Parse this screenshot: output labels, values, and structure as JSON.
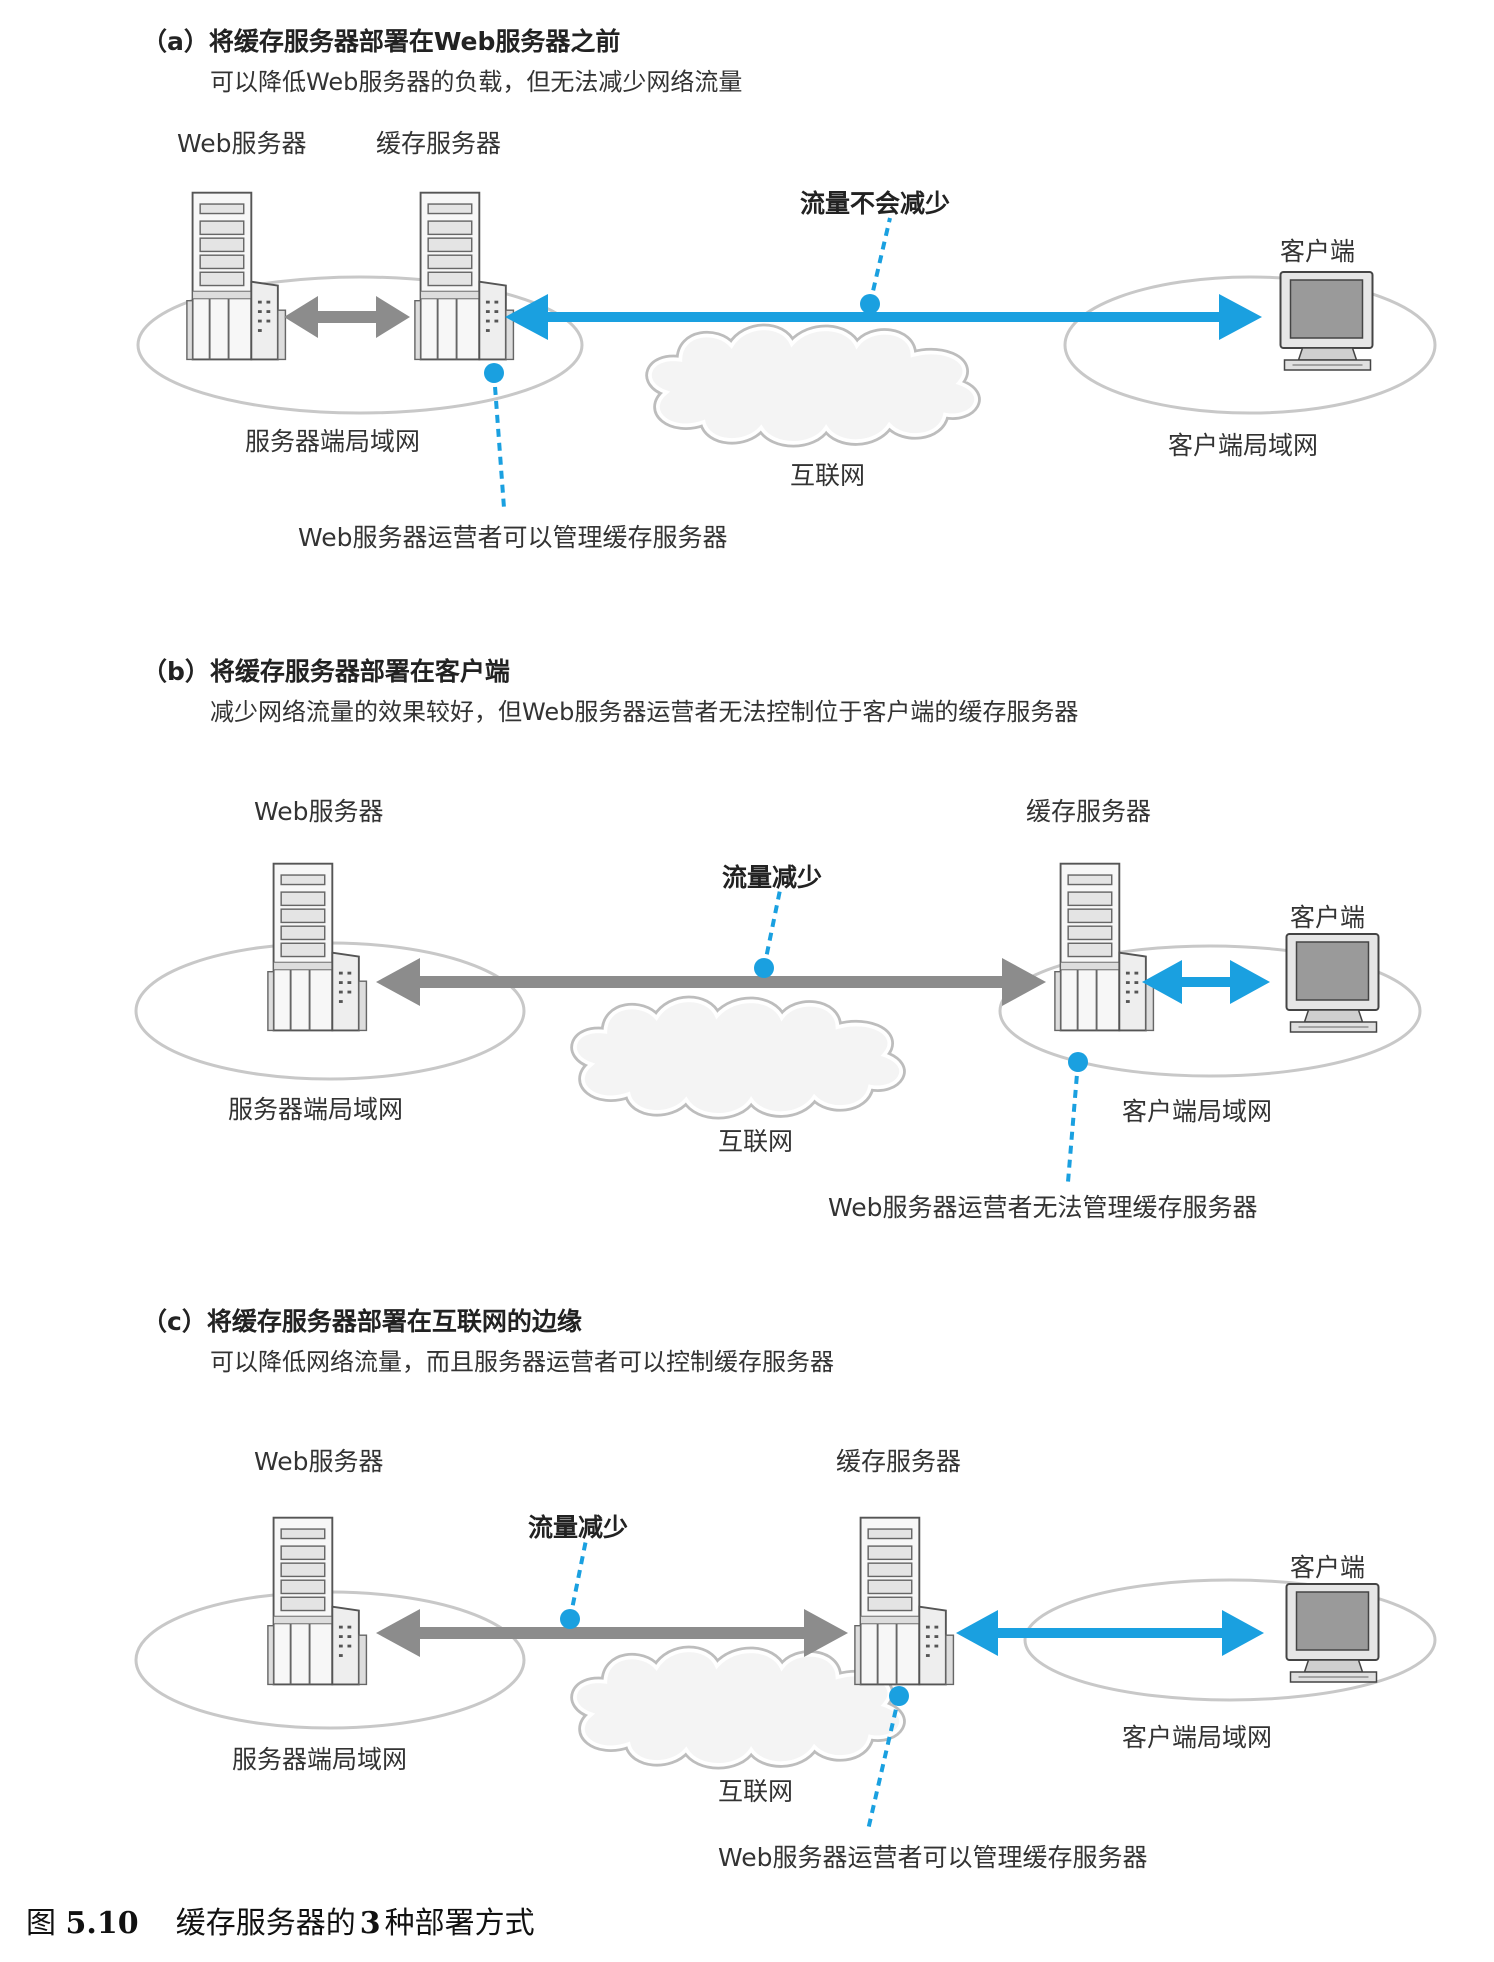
{
  "panel_a": {
    "title": "（a）将缓存服务器部署在Web服务器之前",
    "subtitle": "可以降低Web服务器的负载，但无法减少网络流量",
    "web_server_label": "Web服务器",
    "cache_server_label": "缓存服务器",
    "traffic_label": "流量不会减少",
    "client_label": "客户端",
    "server_lan_label": "服务器端局域网",
    "internet_label": "互联网",
    "client_lan_label": "客户端局域网",
    "note": "Web服务器运营者可以管理缓存服务器"
  },
  "panel_b": {
    "title": "（b）将缓存服务器部署在客户端",
    "subtitle": "减少网络流量的效果较好，但Web服务器运营者无法控制位于客户端的缓存服务器",
    "web_server_label": "Web服务器",
    "cache_server_label": "缓存服务器",
    "traffic_label": "流量减少",
    "client_label": "客户端",
    "server_lan_label": "服务器端局域网",
    "internet_label": "互联网",
    "client_lan_label": "客户端局域网",
    "note": "Web服务器运营者无法管理缓存服务器"
  },
  "panel_c": {
    "title": "（c）将缓存服务器部署在互联网的边缘",
    "subtitle": "可以降低网络流量，而且服务器运营者可以控制缓存服务器",
    "web_server_label": "Web服务器",
    "cache_server_label": "缓存服务器",
    "traffic_label": "流量减少",
    "client_label": "客户端",
    "server_lan_label": "服务器端局域网",
    "internet_label": "互联网",
    "client_lan_label": "客户端局域网",
    "note": "Web服务器运营者可以管理缓存服务器"
  },
  "caption": {
    "prefix": "图",
    "number": "5.10",
    "text_before": "缓存服务器的",
    "count": "3",
    "text_after": "种部署方式"
  },
  "colors": {
    "blue": "#1aa0e0",
    "gray_arrow": "#8c8c8c",
    "outline": "#c8c8c8"
  }
}
